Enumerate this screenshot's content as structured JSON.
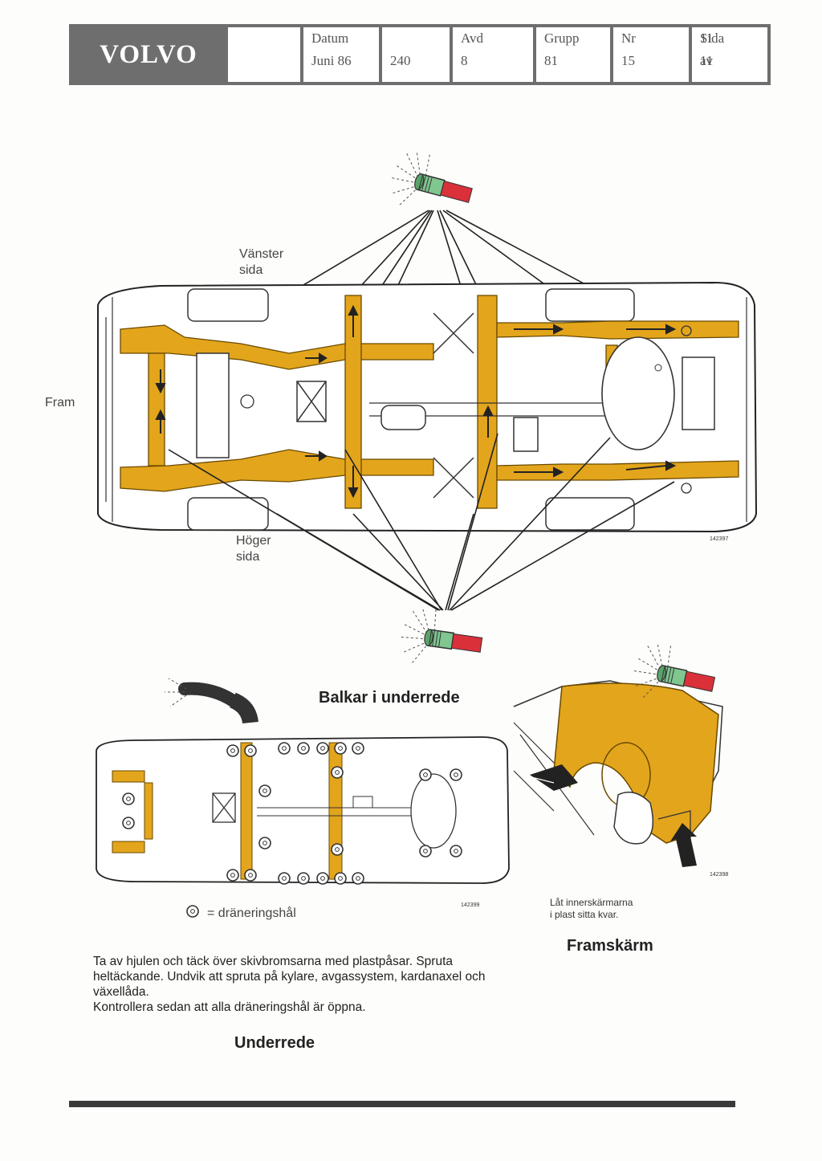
{
  "header": {
    "brand": "VOLVO",
    "cells": [
      {
        "label": "Datum",
        "value": "Juni 86"
      },
      {
        "label": "",
        "value": "240"
      },
      {
        "label": "Avd",
        "value": "8"
      },
      {
        "label": "Grupp",
        "value": "81"
      },
      {
        "label": "Nr",
        "value": "15"
      },
      {
        "label": "Sida",
        "value": "av",
        "page": "11",
        "total": "11"
      }
    ]
  },
  "main_diagram": {
    "left_side": "Vänster\nsida",
    "right_side": "Höger\nsida",
    "front": "Fram",
    "figure_number": "142397"
  },
  "beams": {
    "title": "Balkar i underrede",
    "figure_number": "142399",
    "legend": "= dräneringshål"
  },
  "fender": {
    "figure_number": "142398",
    "caption": "Låt innerskärmarna\ni plast sitta kvar.",
    "title": "Framskärm"
  },
  "instructions": {
    "text": "Ta av hjulen och täck över skivbromsarna med plastpåsar. Spruta heltäckande. Undvik att spruta på kylare, avgassystem, kardanaxel och växellåda.\nKontrollera sedan att alla dräneringshål är öppna.",
    "title": "Underrede"
  },
  "colors": {
    "beam": "#e3a51c",
    "nozzle_green": "#7fc68f",
    "nozzle_red": "#d9303a",
    "header": "#6e6e6e"
  }
}
